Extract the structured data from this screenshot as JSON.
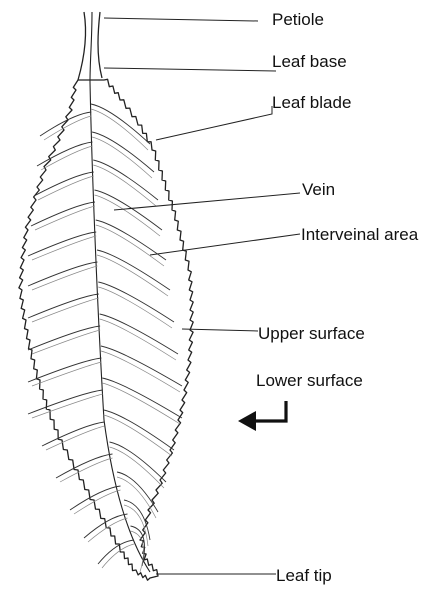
{
  "labels": {
    "petiole": "Petiole",
    "leaf_base": "Leaf base",
    "leaf_blade": "Leaf blade",
    "vein": "Vein",
    "interveinal_area": "Interveinal area",
    "upper_surface": "Upper surface",
    "lower_surface": "Lower surface",
    "leaf_tip": "Leaf tip"
  },
  "colors": {
    "ink": "#222222",
    "background": "#ffffff"
  },
  "icons": {
    "lower_surface_arrow": "return-arrow-icon"
  }
}
